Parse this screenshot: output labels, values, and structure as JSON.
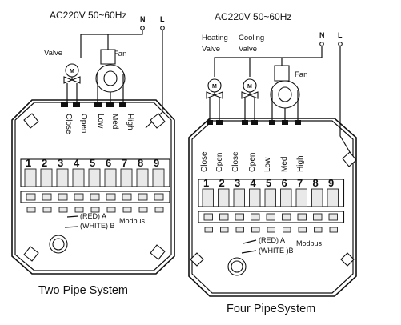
{
  "left": {
    "supply": "AC220V 50~60Hz",
    "line_n": "N",
    "line_l": "L",
    "valve_label": "Valve",
    "fan_label": "Fan",
    "motor_glyph": "M",
    "wire_labels": [
      "Close",
      "Open",
      "Low",
      "Med",
      "High"
    ],
    "terminals": [
      "1",
      "2",
      "3",
      "4",
      "5",
      "6",
      "7",
      "8",
      "9"
    ],
    "red_label": "(RED) A",
    "white_label": "(WHITE) B",
    "modbus": "Modbus",
    "caption": "Two Pipe System"
  },
  "right": {
    "supply": "AC220V 50~60Hz",
    "line_n": "N",
    "line_l": "L",
    "heating_valve_label_1": "Heating",
    "heating_valve_label_2": "Valve",
    "cooling_valve_label_1": "Cooling",
    "cooling_valve_label_2": "Valve",
    "fan_label": "Fan",
    "motor_glyph": "M",
    "wire_labels": [
      "Close",
      "Open",
      "Close",
      "Open",
      "Low",
      "Med",
      "High"
    ],
    "terminals": [
      "1",
      "2",
      "3",
      "4",
      "5",
      "6",
      "7",
      "8",
      "9"
    ],
    "red_label": "(RED) A",
    "white_label": "(WHITE )B",
    "modbus": "Modbus",
    "caption": "Four PipeSystem"
  }
}
